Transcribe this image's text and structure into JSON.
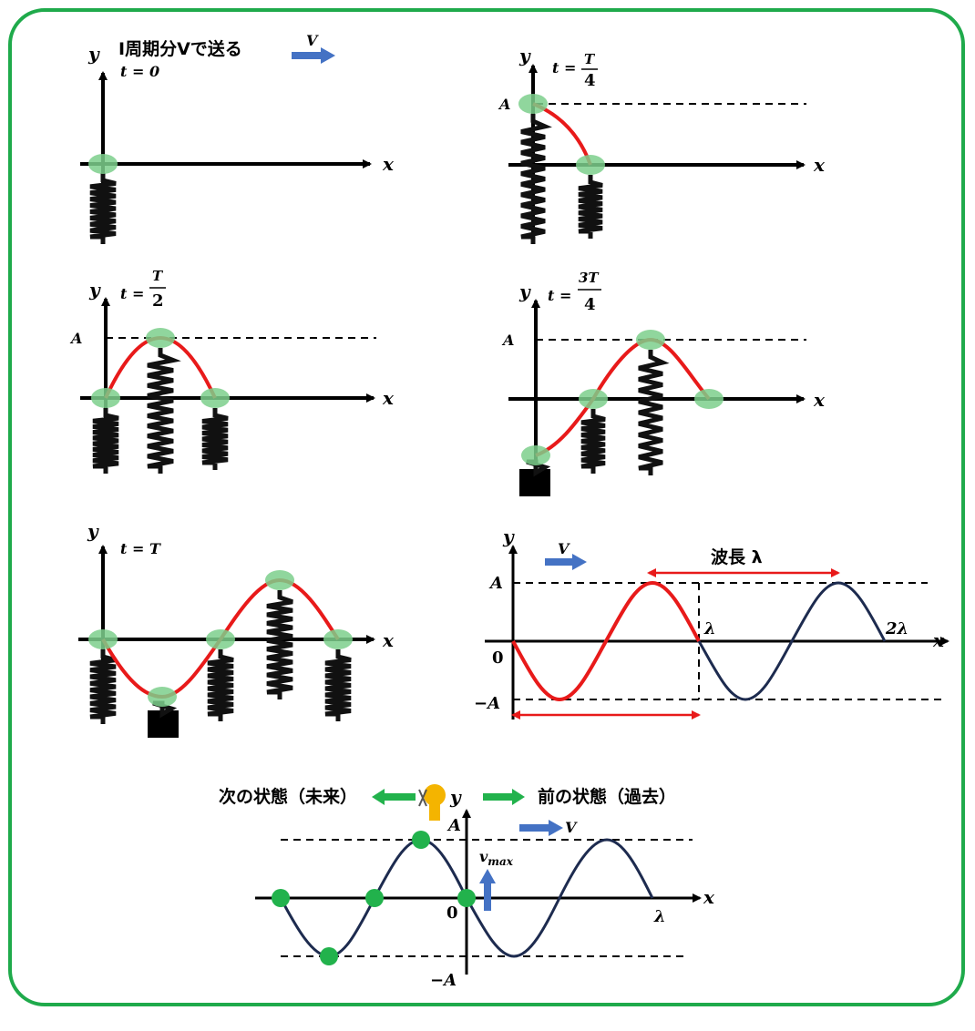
{
  "colors": {
    "frame": "#1faa4b",
    "wave": "#e81a1a",
    "navy": "#1d2b4f",
    "blue_arrow": "#4472c4",
    "green_arrow": "#22b24c",
    "node": "#7dcf8c",
    "node_solid": "#22b24c",
    "spring": "#111111"
  },
  "panel1": {
    "title": "I周期分Vで送る",
    "time": "t = 0",
    "y": "y",
    "x": "x",
    "v": "V"
  },
  "panel2": {
    "time_prefix": "t =",
    "num": "T",
    "den": "4",
    "y": "y",
    "x": "x",
    "amp": "A"
  },
  "panel3": {
    "time_prefix": "t =",
    "num": "T",
    "den": "2",
    "y": "y",
    "x": "x",
    "amp": "A"
  },
  "panel4": {
    "time_prefix": "t =",
    "num": "3T",
    "den": "4",
    "y": "y",
    "x": "x",
    "amp": "A"
  },
  "panel5": {
    "time": "t = T",
    "y": "y",
    "x": "x"
  },
  "panel6": {
    "y": "y",
    "x": "x",
    "v": "V",
    "wavelength": "波長 λ",
    "amp": "A",
    "zero": "0",
    "neg_amp": "−A",
    "lambda": "λ",
    "two_lambda": "2λ"
  },
  "panel7": {
    "next_state": "次の状態（未来）",
    "prev_state": "前の状態（過去）",
    "y": "y",
    "x": "x",
    "amp": "A",
    "zero": "0",
    "neg_amp": "−A",
    "lambda": "λ",
    "v": "V",
    "vmax": "v",
    "vmax_sub": "max"
  }
}
